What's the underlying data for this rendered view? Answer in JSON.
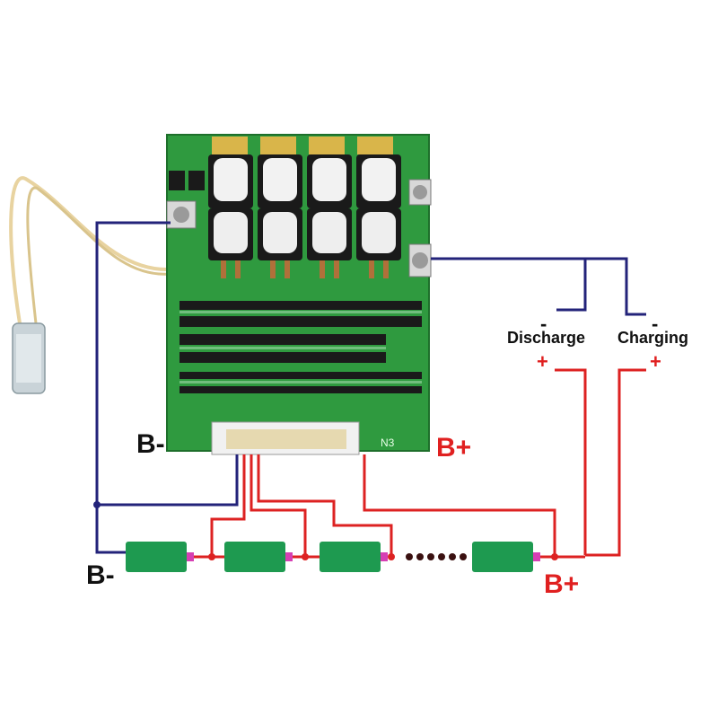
{
  "labels": {
    "b_minus_board": "B-",
    "b_plus_board": "B+",
    "b_minus_pack": "B-",
    "b_plus_pack": "B+",
    "discharge": "Discharge",
    "charging": "Charging",
    "connector": "N3",
    "discharge_minus": "-",
    "discharge_plus": "+",
    "charging_minus": "-",
    "charging_plus": "+"
  },
  "colors": {
    "wire_negative": "#23237a",
    "wire_positive": "#dd2222",
    "cell": "#1e9a50",
    "board": "#2f9a3f",
    "label_red": "#e02020"
  }
}
